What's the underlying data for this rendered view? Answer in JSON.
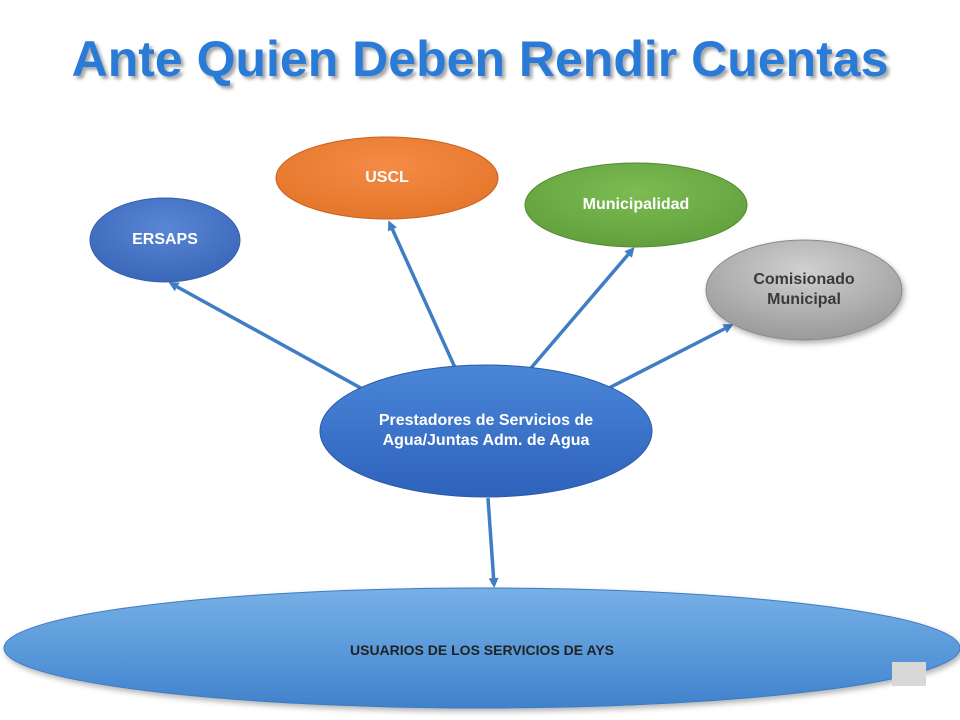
{
  "title": "Ante Quien Deben Rendir Cuentas",
  "nodes": {
    "ersaps": {
      "label": "ERSAPS",
      "color": "#4472c4"
    },
    "uscl": {
      "label": "USCL",
      "color": "#ed7d31"
    },
    "municipalidad": {
      "label": "Municipalidad",
      "color": "#70ad47"
    },
    "comisionado": {
      "line1": "Comisionado",
      "line2": "Municipal",
      "color": "#a5a5a5"
    },
    "prestadores": {
      "label": "Prestadores de Servicios de Agua/Juntas Adm. de Agua",
      "color": "#3a73c9"
    },
    "usuarios": {
      "label": "USUARIOS DE LOS SERVICIOS DE AYS",
      "color": "#5b9bd5"
    }
  },
  "colors": {
    "arrow": "#3f7ec4",
    "title": "#2a7bd8"
  }
}
